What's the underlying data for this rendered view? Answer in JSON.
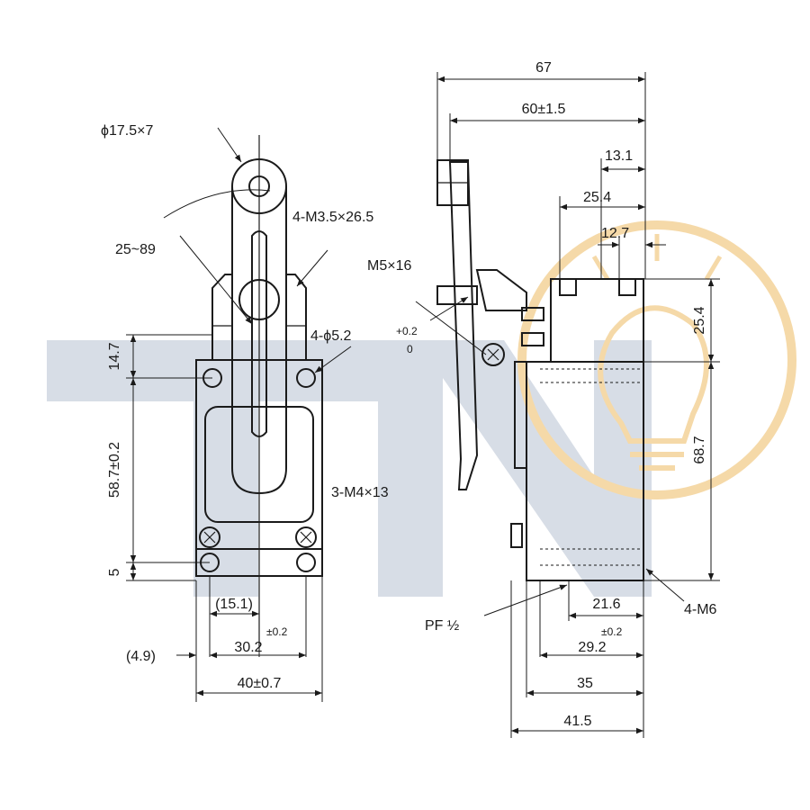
{
  "watermark": {
    "text": "TN"
  },
  "front_view": {
    "roller": "ϕ17.5×7",
    "screws_lever": "4-M3.5×26.5",
    "angle": "25~89",
    "mount_holes": "4-ϕ5.2",
    "base_screws": "3-M4×13",
    "h_top": "14.7",
    "h_mid": "58.7±0.2",
    "h_bot": "5",
    "w_inner": "(15.1)",
    "w_pitch": "30.2",
    "w_pitch_tol": "±0.2",
    "w_offset": "(4.9)",
    "w_total": "40±0.7"
  },
  "side_view": {
    "len_total": "67",
    "len_lever": "60±1.5",
    "d_13": "13.1",
    "d_25": "25.4",
    "d_12": "12.7",
    "screw": "M5×16",
    "tol_plus": "+0.2",
    "tol_zero": "0",
    "h_head": "25.4",
    "h_body": "68.7",
    "w_21": "21.6",
    "w_29": "29.2",
    "w_29_tol": "±0.2",
    "w_35": "35",
    "w_41": "41.5",
    "conduit": "PF ½",
    "thread": "4-M6"
  }
}
